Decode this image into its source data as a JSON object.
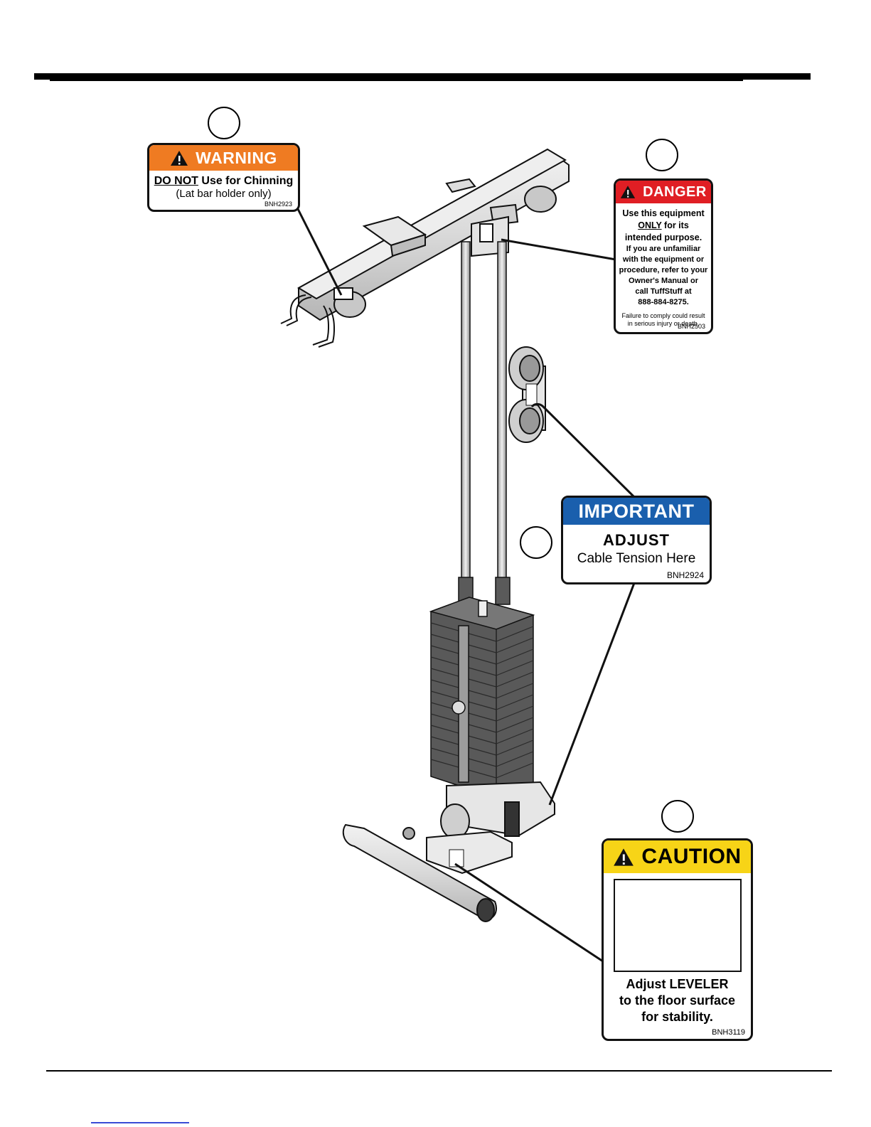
{
  "warning": {
    "header": "WARNING",
    "line1_emphasis": "DO NOT",
    "line1_rest": " Use for Chinning",
    "line2": "(Lat bar holder only)",
    "code": "BNH2923",
    "color": "#ef7b22"
  },
  "danger": {
    "header": "DANGER",
    "line1": "Use this equipment",
    "line2_emphasis": "ONLY",
    "line2_rest": " for its",
    "line3": "intended purpose.",
    "line4": "If you are unfamiliar",
    "line5": "with the equipment or",
    "line6": "procedure, refer to your",
    "line7": "Owner's Manual or",
    "line8": "call TuffStuff at",
    "line9": "888-884-8275.",
    "fine1": "Failure to comply could result",
    "fine2": "in serious injury or death.",
    "code": "BNH2503",
    "color": "#e01e24"
  },
  "important": {
    "header": "IMPORTANT",
    "line1": "ADJUST",
    "line2": "Cable Tension Here",
    "code": "BNH2924",
    "color": "#1a5fad"
  },
  "caution": {
    "header": "CAUTION",
    "line1": "Adjust LEVELER",
    "line2": "to the floor surface",
    "line3": "for stability.",
    "code": "BNH3119",
    "color": "#f7d417"
  }
}
